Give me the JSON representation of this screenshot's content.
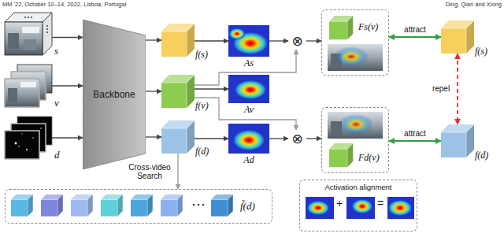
{
  "diagram": {
    "nodes": [
      {
        "text": [
          "s"
        ]
      },
      {
        "text": [
          "v"
        ]
      },
      {
        "text": [
          "d"
        ]
      },
      {
        "text": [
          "Backbone"
        ]
      },
      {
        "text": [
          "f(s)"
        ]
      },
      {
        "text": [
          "f(v)"
        ]
      },
      {
        "text": [
          "f(d)"
        ]
      },
      {
        "text": [
          "As"
        ]
      },
      {
        "text": [
          "Av"
        ]
      },
      {
        "text": [
          "Ad"
        ]
      },
      {
        "text": [
          "⊗"
        ]
      },
      {
        "text": [
          "⊗"
        ]
      },
      {
        "text": [
          "Fs(v)"
        ]
      },
      {
        "text": [
          "Fd(v)"
        ]
      },
      {
        "text": [
          "f(s)"
        ]
      },
      {
        "text": [
          "f(d)"
        ]
      },
      {
        "text": [
          "⋯",
          "f̃(d)"
        ]
      },
      {
        "text": [
          "Activation alignment",
          "+",
          "="
        ]
      }
    ],
    "edges": [
      {
        "from": 0,
        "to": 3,
        "arrow": "to"
      },
      {
        "from": 1,
        "to": 3,
        "arrow": "to"
      },
      {
        "from": 2,
        "to": 3,
        "arrow": "to"
      },
      {
        "from": 3,
        "to": 4,
        "arrow": "to"
      },
      {
        "from": 3,
        "to": 5,
        "arrow": "to"
      },
      {
        "from": 3,
        "to": 6,
        "arrow": "to"
      },
      {
        "from": 4,
        "to": 7,
        "arrow": "to"
      },
      {
        "from": 5,
        "to": 8,
        "arrow": "to"
      },
      {
        "from": 6,
        "to": 9,
        "arrow": "to"
      },
      {
        "from": 7,
        "to": 10,
        "arrow": "to"
      },
      {
        "from": 5,
        "to": 10,
        "arrow": "to"
      },
      {
        "from": 10,
        "to": 12,
        "arrow": "to"
      },
      {
        "from": 9,
        "to": 11,
        "arrow": "to"
      },
      {
        "from": 5,
        "to": 11,
        "arrow": "to"
      },
      {
        "from": 11,
        "to": 13,
        "arrow": "to"
      },
      {
        "from": 12,
        "to": 14,
        "label": "attract",
        "arrow": "both"
      },
      {
        "from": 13,
        "to": 15,
        "label": "attract",
        "arrow": "both"
      },
      {
        "from": 14,
        "to": 15,
        "label": "repel",
        "arrow": "both"
      },
      {
        "from": 6,
        "to": 16,
        "label": "Cross-video Search",
        "arrow": "to"
      }
    ],
    "labels": [
      "MM '22, October 10–14, 2022, Lisboa, Portugal",
      "Ding, Qian and Xiong"
    ]
  }
}
